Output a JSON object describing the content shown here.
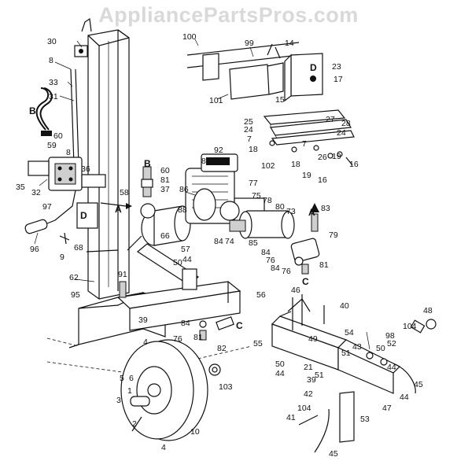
{
  "watermark": "AppliancePartsPros.com",
  "callouts": {
    "c30": "30",
    "c8a": "8",
    "c33": "33",
    "c31": "31",
    "cB1": "B",
    "c60a": "60",
    "c59": "59",
    "c35": "35",
    "c32": "32",
    "c8b": "8",
    "c36": "36",
    "cD1": "D",
    "cA1": "A",
    "c97": "97",
    "c96": "96",
    "c9": "9",
    "c68": "68",
    "c62": "62",
    "c95": "95",
    "c91": "91",
    "c39": "39",
    "c58": "58",
    "cB2": "B",
    "c60b": "60",
    "c81a": "81",
    "c37": "37",
    "c66": "66",
    "c57": "57",
    "c50a": "50",
    "c44a": "44",
    "c100": "100",
    "c99": "99",
    "c14": "14",
    "c23": "23",
    "cD2": "D",
    "c17": "17",
    "c101": "101",
    "c15": "15",
    "c25": "25",
    "c24a": "24",
    "c7a": "7",
    "c27": "27",
    "c28": "28",
    "c24b": "24",
    "c7b": "7",
    "c18a": "18",
    "c102": "102",
    "c18b": "18",
    "c26": "26",
    "c19a": "19",
    "c19b": "19",
    "c16a": "16",
    "c16b": "16",
    "c92": "92",
    "c89": "89",
    "c86": "86",
    "c77": "77",
    "c75": "75",
    "c78": "78",
    "c88": "88",
    "c80": "80",
    "c73": "73",
    "cA2": "A",
    "c83": "83",
    "c84a": "84",
    "c74": "74",
    "c85": "85",
    "c79": "79",
    "c84b": "84",
    "c76a": "76",
    "c84c": "84",
    "c76b": "76",
    "cC1": "C",
    "c81b": "81",
    "c84d": "84",
    "c81c": "81",
    "c82": "82",
    "cC2": "C",
    "c76c": "76",
    "c4a": "4",
    "c103": "103",
    "c5": "5",
    "c6": "6",
    "c1": "1",
    "c3": "3",
    "c2": "2",
    "c10": "10",
    "c4b": "4",
    "c56": "56",
    "c46": "46",
    "c40": "40",
    "c55": "55",
    "c54": "54",
    "c49": "49",
    "c43": "43",
    "c98": "98",
    "c104a": "104",
    "c48": "48",
    "c51a": "51",
    "c50b": "50",
    "c52": "52",
    "c50c": "50",
    "c44b": "44",
    "c44c": "44",
    "c21": "21",
    "c51b": "51",
    "c39b": "39",
    "c45a": "45",
    "c47": "47",
    "c44d": "44",
    "c42": "42",
    "c104b": "104",
    "c41": "41",
    "c53": "53",
    "c45b": "45"
  }
}
